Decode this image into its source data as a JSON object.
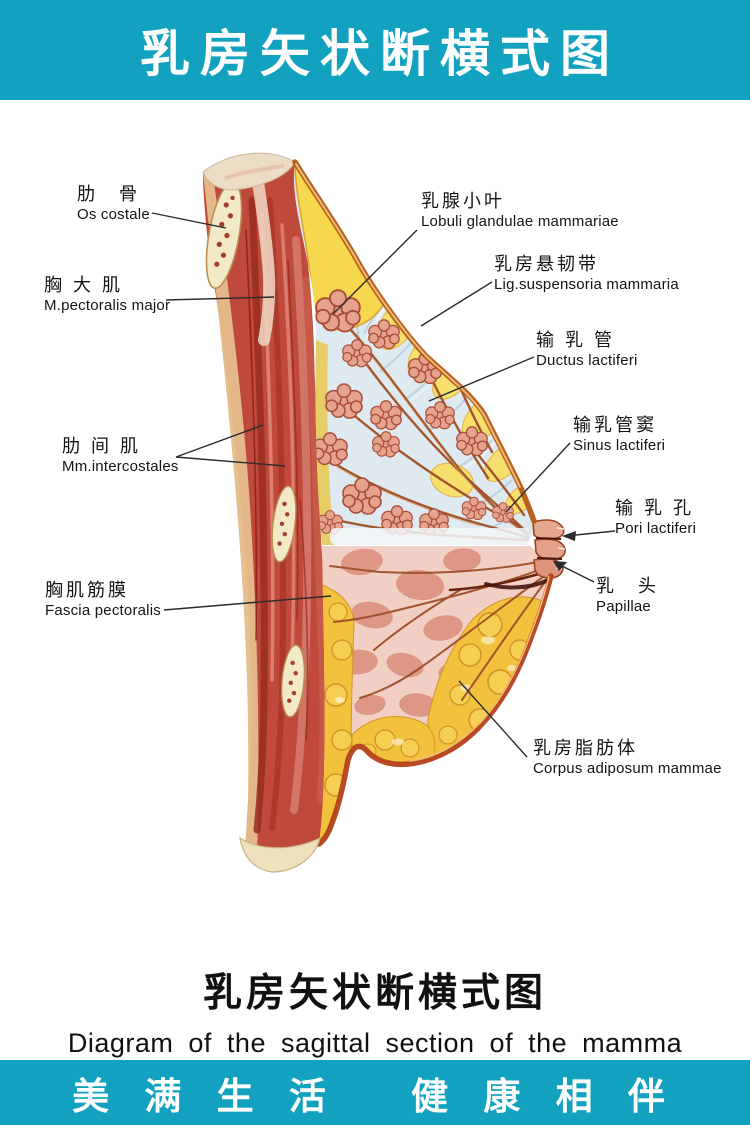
{
  "poster": {
    "header": {
      "title": "乳房矢状断横式图"
    },
    "caption": {
      "title_cn": "乳房矢状断横式图",
      "title_en": "Diagram  of  the  sagittal  section  of  the  mamma"
    },
    "footer": {
      "slogan": "美 满 生 活　 健 康 相 伴"
    },
    "colors": {
      "banner_teal": "#12a2c0",
      "ink": "#141414",
      "paper": "#ffffff"
    },
    "labels": {
      "left": [
        {
          "id": "os-costale",
          "cn": "肋　骨",
          "en": "Os costale"
        },
        {
          "id": "m-pectoralis-major",
          "cn": "胸 大 肌",
          "en": "M.pectoralis major"
        },
        {
          "id": "mm-intercostales",
          "cn": "肋 间 肌",
          "en": "Mm.intercostales"
        },
        {
          "id": "fascia-pectoralis",
          "cn": "胸肌筋膜",
          "en": "Fascia pectoralis"
        }
      ],
      "right": [
        {
          "id": "lobuli-glandulae",
          "cn": "乳腺小叶",
          "en": "Lobuli  glandulae  mammariae"
        },
        {
          "id": "lig-suspensoria",
          "cn": "乳房悬韧带",
          "en": "Lig.suspensoria  mammaria"
        },
        {
          "id": "ductus-lactiferi",
          "cn": "输 乳 管",
          "en": "Ductus  lactiferi"
        },
        {
          "id": "sinus-lactiferi",
          "cn": "输乳管窦",
          "en": "Sinus  lactiferi"
        },
        {
          "id": "pori-lactiferi",
          "cn": "输 乳 孔",
          "en": "Pori  lactiferi"
        },
        {
          "id": "papillae",
          "cn": "乳　头",
          "en": "Papillae"
        },
        {
          "id": "corpus-adiposum",
          "cn": "乳房脂肪体",
          "en": "Corpus  adiposum  mammae"
        }
      ]
    }
  }
}
